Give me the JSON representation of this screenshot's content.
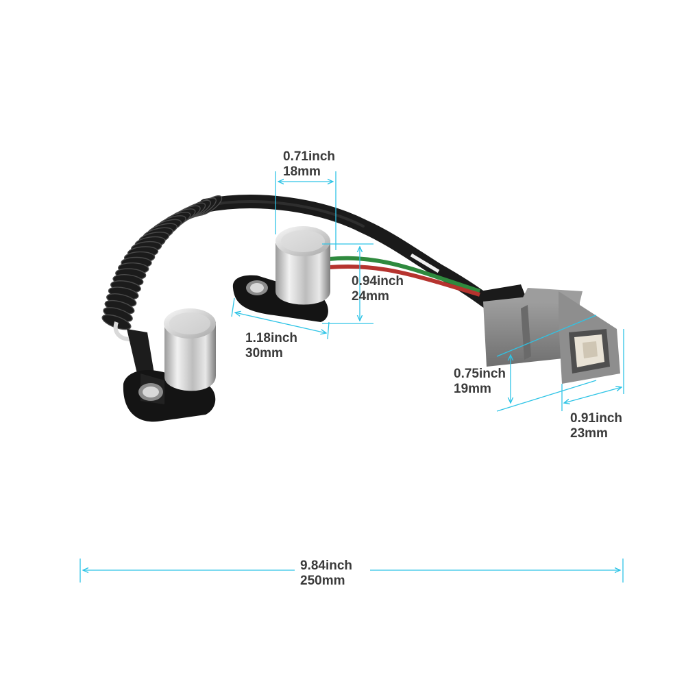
{
  "colors": {
    "dimension_line": "#2ec4e6",
    "label_text": "#3a3a3a",
    "cable": "#1a1a1a",
    "sensor_metal": "#c9c9c9",
    "connector_grey": "#8c8c8c"
  },
  "dimensions": {
    "sensor_width": {
      "inch": "0.71inch",
      "mm": "18mm"
    },
    "sensor_height": {
      "inch": "0.94inch",
      "mm": "24mm"
    },
    "mount_length": {
      "inch": "1.18inch",
      "mm": "30mm"
    },
    "connector_height": {
      "inch": "0.75inch",
      "mm": "19mm"
    },
    "connector_width": {
      "inch": "0.91inch",
      "mm": "23mm"
    },
    "overall_length": {
      "inch": "9.84inch",
      "mm": "250mm"
    }
  }
}
